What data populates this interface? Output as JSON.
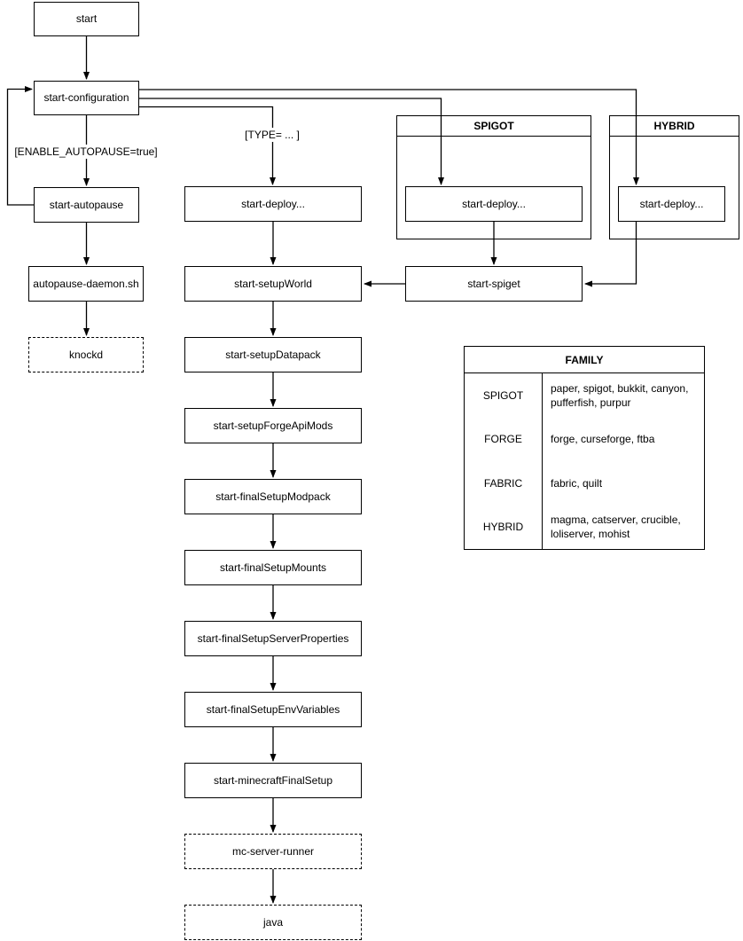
{
  "diagram": {
    "nodes": {
      "start": "start",
      "start_configuration": "start-configuration",
      "start_autopause": "start-autopause",
      "autopause_daemon": "autopause-daemon.sh",
      "knockd": "knockd",
      "start_deploy": "start-deploy...",
      "start_setup_world": "start-setupWorld",
      "start_setup_datapack": "start-setupDatapack",
      "start_setup_forge_api_mods": "start-setupForgeApiMods",
      "start_final_setup_modpack": "start-finalSetupModpack",
      "start_final_setup_mounts": "start-finalSetupMounts",
      "start_final_setup_server_properties": "start-finalSetupServerProperties",
      "start_final_setup_env_variables": "start-finalSetupEnvVariables",
      "start_minecraft_final_setup": "start-minecraftFinalSetup",
      "mc_server_runner": "mc-server-runner",
      "java": "java",
      "spigot_deploy": "start-deploy...",
      "hybrid_deploy": "start-deploy...",
      "start_spiget": "start-spiget"
    },
    "containers": {
      "spigot_title": "SPIGOT",
      "hybrid_title": "HYBRID"
    },
    "edge_labels": {
      "enable_autopause": "[ENABLE_AUTOPAUSE=true]",
      "type": "[TYPE= ... ]"
    },
    "family_table": {
      "title": "FAMILY",
      "rows": [
        {
          "family": "SPIGOT",
          "types": "paper, spigot, bukkit, canyon, pufferfish, purpur"
        },
        {
          "family": "FORGE",
          "types": "forge, curseforge, ftba"
        },
        {
          "family": "FABRIC",
          "types": "fabric, quilt"
        },
        {
          "family": "HYBRID",
          "types": "magma, catserver, crucible, loliserver, mohist"
        }
      ]
    },
    "colors": {
      "stroke": "#000000",
      "background": "#ffffff"
    }
  }
}
